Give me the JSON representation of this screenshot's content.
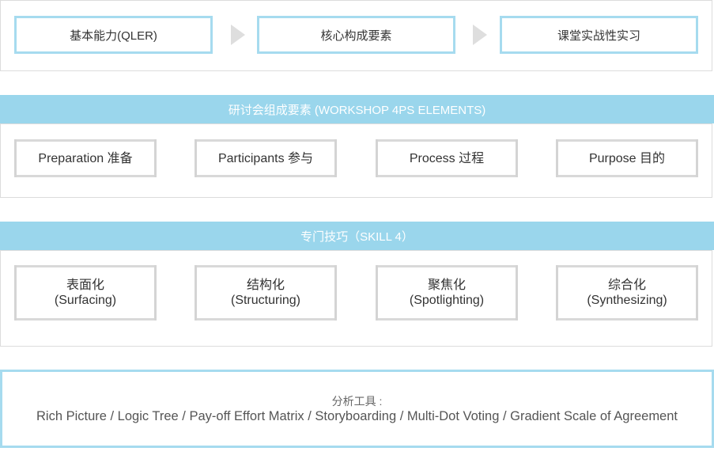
{
  "flow": {
    "steps": [
      "基本能力(QLER)",
      "核心构成要素",
      "课堂实战性实习"
    ]
  },
  "workshop": {
    "banner": "研讨会组成要素 (WORKSHOP 4PS ELEMENTS)",
    "items": [
      "Preparation 准备",
      "Participants 参与",
      "Process 过程",
      "Purpose 目的"
    ]
  },
  "skill": {
    "banner": "专门技巧（SKILL 4）",
    "items": [
      {
        "cn": "表面化",
        "en": "(Surfacing)"
      },
      {
        "cn": "结构化",
        "en": "(Structuring)"
      },
      {
        "cn": "聚焦化",
        "en": "(Spotlighting)"
      },
      {
        "cn": "综合化",
        "en": "(Synthesizing)"
      }
    ]
  },
  "tools": {
    "title": "分析工具 :",
    "list": "Rich Picture / Logic Tree /  Pay-off  Effort Matrix /  Storyboarding / Multi-Dot Voting / Gradient Scale of Agreement"
  },
  "colors": {
    "accent": "#9ad6ec",
    "box_edge": "#d4d4d4"
  }
}
